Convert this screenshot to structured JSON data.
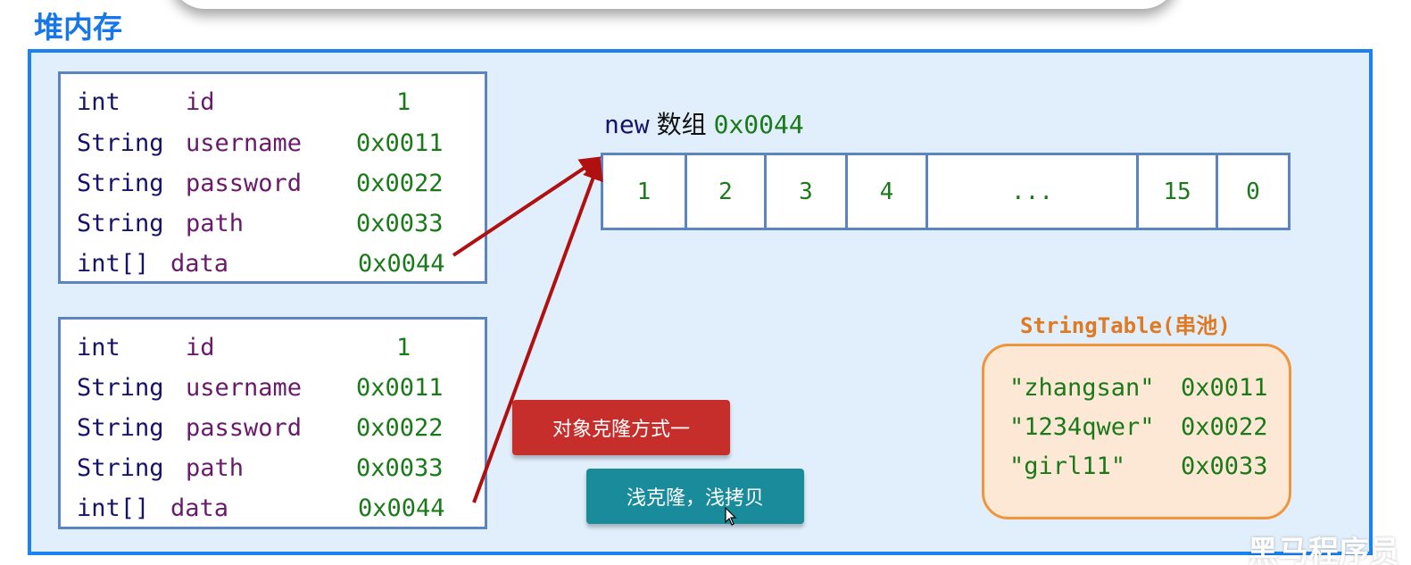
{
  "heap_title": "堆内存",
  "object1": {
    "rows": [
      {
        "type": "int",
        "name": "id",
        "value": "1"
      },
      {
        "type": "String",
        "name": "username",
        "value": "0x0011"
      },
      {
        "type": "String",
        "name": "password",
        "value": "0x0022"
      },
      {
        "type": "String",
        "name": "path",
        "value": "0x0033"
      },
      {
        "type": "int[]",
        "name": "data",
        "value": "0x0044"
      }
    ]
  },
  "object2": {
    "rows": [
      {
        "type": "int",
        "name": "id",
        "value": "1"
      },
      {
        "type": "String",
        "name": "username",
        "value": "0x0011"
      },
      {
        "type": "String",
        "name": "password",
        "value": "0x0022"
      },
      {
        "type": "String",
        "name": "path",
        "value": "0x0033"
      },
      {
        "type": "int[]",
        "name": "data",
        "value": "0x0044"
      }
    ]
  },
  "array": {
    "keyword": "new",
    "label": "数组",
    "address": "0x0044",
    "cells": [
      "1",
      "2",
      "3",
      "4",
      "...",
      "15",
      "0"
    ]
  },
  "string_table": {
    "title": "StringTable(串池)",
    "entries": [
      {
        "text": "\"zhangsan\"",
        "address": "0x0011"
      },
      {
        "text": "\"1234qwer\"",
        "address": "0x0022"
      },
      {
        "text": "\"girl11\"",
        "address": "0x0033"
      }
    ]
  },
  "buttons": {
    "clone_method": "对象克隆方式一",
    "shallow_clone": "浅克隆，浅拷贝"
  },
  "watermark": "黑马程序员",
  "colors": {
    "heap_border": "#1a82f2",
    "heap_bg": "#e1eefb",
    "arrow": "#b01010",
    "string_table_border": "#f0953e",
    "button_red": "#c62e2c",
    "button_teal": "#1a8b9b"
  }
}
